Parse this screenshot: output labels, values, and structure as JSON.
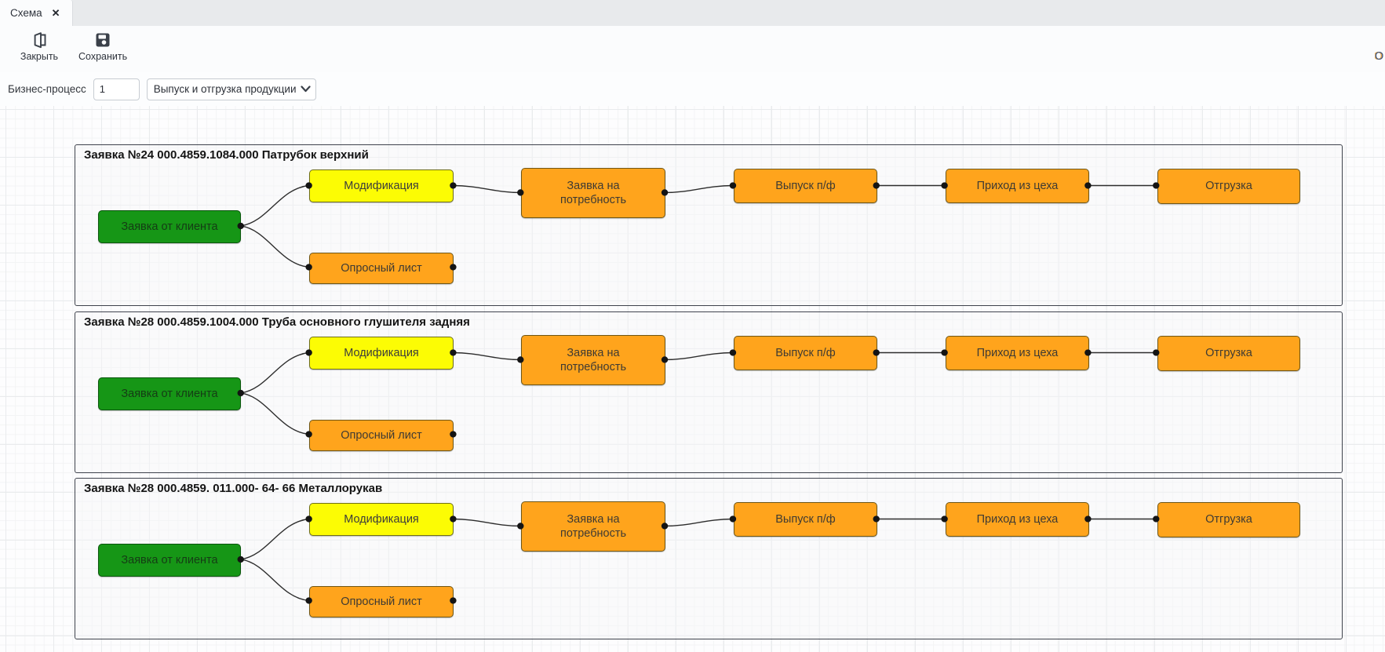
{
  "tab": {
    "label": "Схема",
    "close_glyph": "✕"
  },
  "toolbar": {
    "close_label": "Закрыть",
    "save_label": "Сохранить",
    "right_clipped_text": "O"
  },
  "form": {
    "label": "Бизнес-процесс",
    "number_value": "1",
    "process_value": "Выпуск и отгрузка продукции"
  },
  "diagram": {
    "node_labels": {
      "start": "Заявка от клиента",
      "modification": "Модификация",
      "survey": "Опросный лист",
      "demand": "Заявка на потребность",
      "release": "Выпуск п/ф",
      "arrival": "Приход из цеха",
      "shipment": "Отгрузка"
    },
    "groups": [
      {
        "title": "Заявка №24 000.4859.1084.000 Патрубок верхний"
      },
      {
        "title": "Заявка №28 000.4859.1004.000 Труба основного глушителя задняя"
      },
      {
        "title": "Заявка №28 000.4859. 011.000- 64- 66 Металлорукав"
      }
    ],
    "colors": {
      "start_node": "#169616",
      "modification_node": "#fcfc04",
      "process_node": "#ffa41c",
      "connector": "#2d2d2d",
      "group_border": "#3e424c"
    }
  }
}
